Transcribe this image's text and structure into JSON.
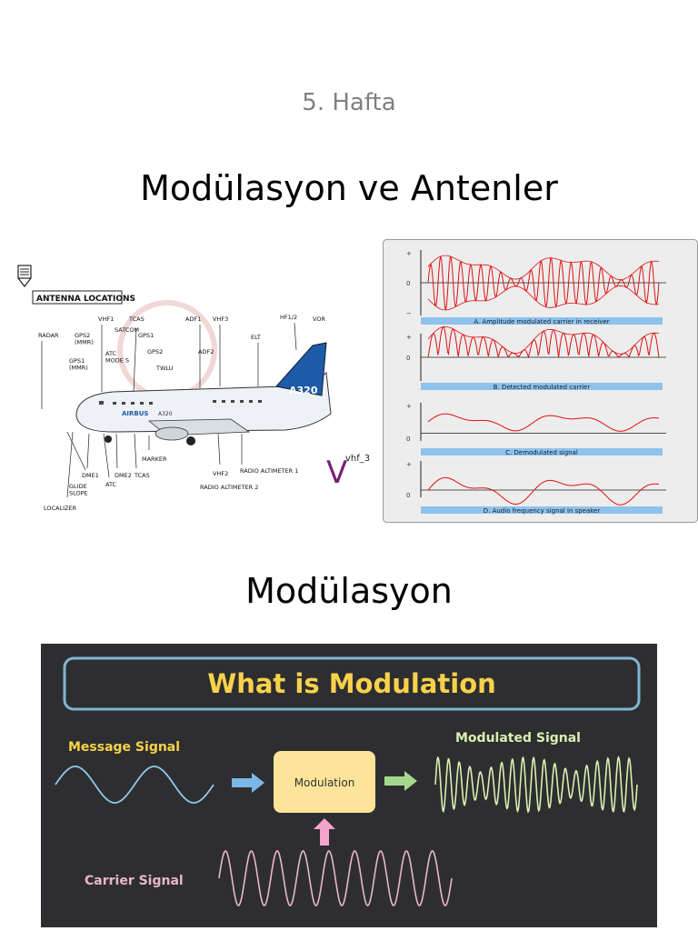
{
  "header": {
    "week": "5. Hafta",
    "title": "Modülasyon ve Antenler"
  },
  "section": {
    "title": "Modülasyon"
  },
  "antenna_figure": {
    "heading": "ANTENNA LOCATIONS",
    "labels": {
      "radar": "RADAR",
      "vhf1": "VHF1",
      "tcas_top": "TCAS",
      "satcom": "SATCOM",
      "gps2_mmr": "GPS2\n(MMR)",
      "gps1_mmr": "GPS1\n(MMR)",
      "atc_mode_s": "ATC\nMODE S",
      "gps1": "GPS1",
      "gps2": "GPS2",
      "twlu": "TWLU",
      "adf1": "ADF1",
      "adf2": "ADF2",
      "vhf3": "VHF3",
      "hf12": "HF1/2",
      "elt": "ELT",
      "vor": "VOR",
      "dme1": "DME1",
      "dme2": "DME2",
      "tcas_bottom": "TCAS",
      "atc": "ATC",
      "marker": "MARKER",
      "glide_slope": "GLIDE\nSLOPE",
      "localizer": "LOCALIZER",
      "vhf2": "VHF2",
      "radio_alt1": "RADIO ALTIMETER 1",
      "radio_alt2": "RADIO ALTIMETER 2",
      "tail_mark": "A320",
      "fuselage_brand": "AIRBUS",
      "fuselage_model": "A320"
    },
    "vhf_symbol": "V",
    "vhf_sup": "vhf_3"
  },
  "am_figure": {
    "panels": [
      {
        "caption": "A. Amplitude modulated carrier in receiver"
      },
      {
        "caption": "B. Detected modulated carrier"
      },
      {
        "caption": "C. Demodulated signal"
      },
      {
        "caption": "D. Audio frequency signal in speaker"
      }
    ],
    "axis_plus": "+",
    "axis_zero": "0",
    "axis_minus": "−"
  },
  "modulation_diagram": {
    "title": "What is Modulation",
    "message_label": "Message Signal",
    "carrier_label": "Carrier Signal",
    "block_label": "Modulation",
    "output_label": "Modulated Signal",
    "colors": {
      "background": "#2e2e30",
      "title": "#f7d24a",
      "frame": "#7fb6d6",
      "message": "#8ec9ea",
      "carrier": "#e9b6cc",
      "block": "#fde49a",
      "output": "#d7f0b0"
    }
  }
}
